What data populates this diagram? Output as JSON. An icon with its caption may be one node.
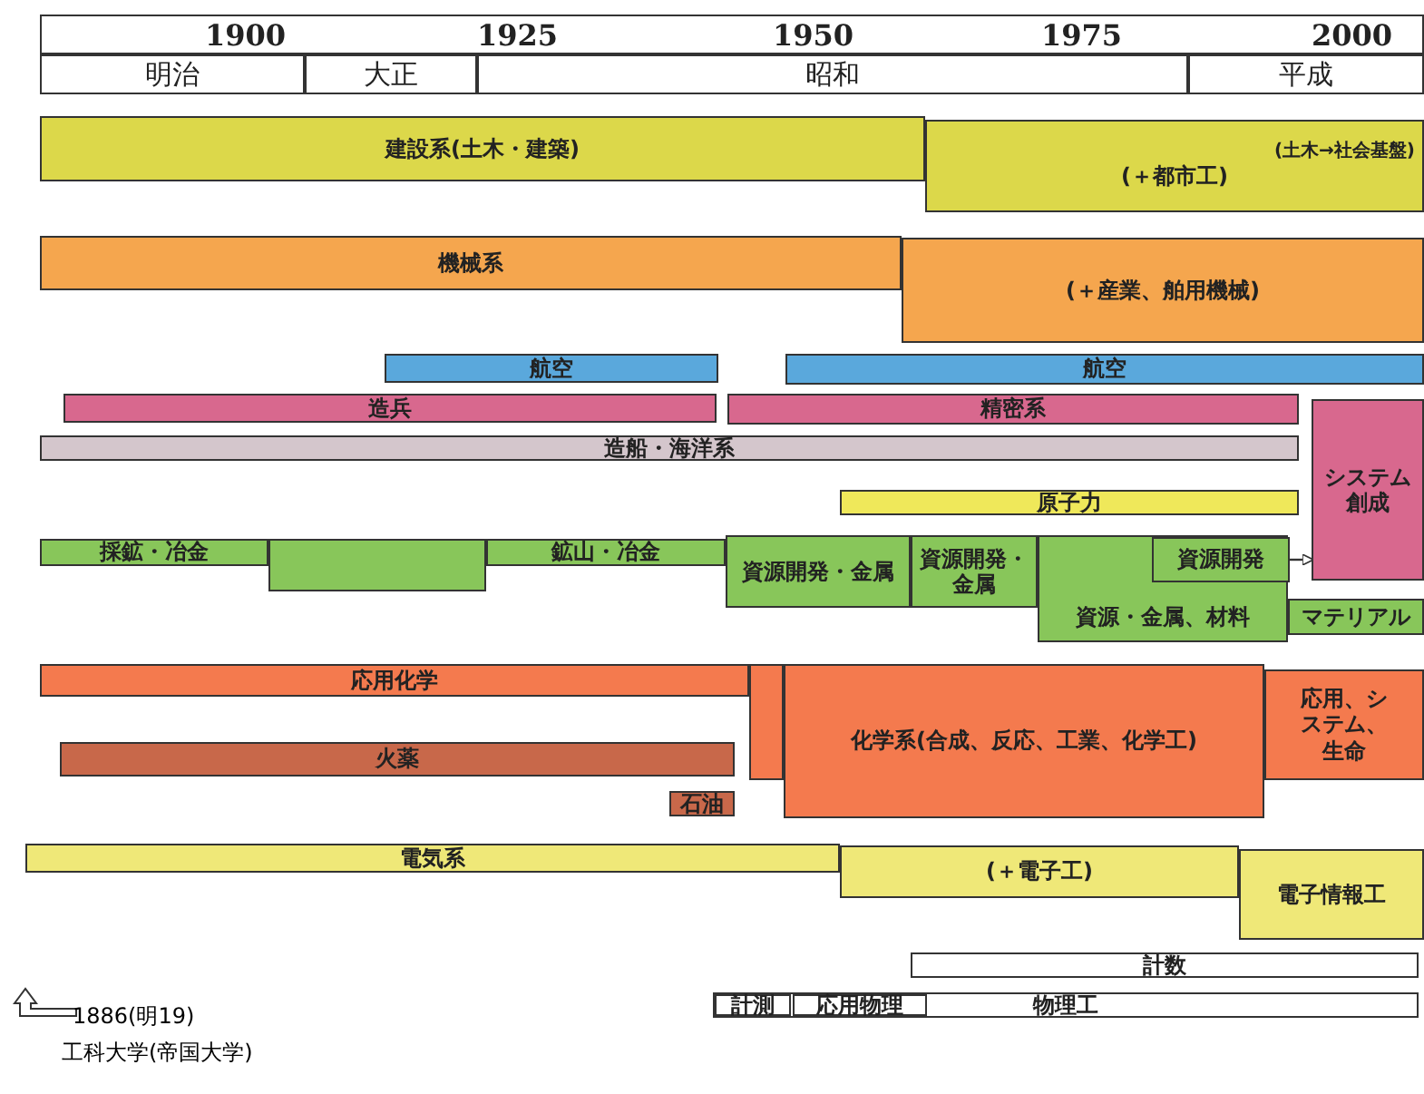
{
  "diagram": {
    "nodes": [
      {
        "text": [
          "1900",
          "1925",
          "1950",
          "1975",
          "2000"
        ]
      },
      {
        "text": [
          "明治"
        ]
      },
      {
        "text": [
          "大正"
        ]
      },
      {
        "text": [
          "昭和"
        ]
      },
      {
        "text": [
          "平成"
        ]
      },
      {
        "text": [
          "建設系(土木・建築)"
        ]
      },
      {
        "text": [
          "(土木→社会基盤)",
          "(＋都市工)"
        ]
      },
      {
        "text": [
          "機械系"
        ]
      },
      {
        "text": [
          "(＋産業、舶用機械)"
        ]
      },
      {
        "text": [
          "航空"
        ]
      },
      {
        "text": [
          "航空"
        ]
      },
      {
        "text": [
          "造兵"
        ]
      },
      {
        "text": [
          "精密系"
        ]
      },
      {
        "text": [
          "システム創成"
        ]
      },
      {
        "text": [
          "造船・海洋系"
        ]
      },
      {
        "text": [
          "原子力"
        ]
      },
      {
        "text": [
          "採鉱・冶金"
        ]
      },
      {
        "text": [],
        "shape": "box"
      },
      {
        "text": [
          "鉱山・冶金"
        ]
      },
      {
        "text": [
          "資源開発・金属"
        ]
      },
      {
        "text": [
          "資源開発・金属"
        ]
      },
      {
        "text": [
          "資源・金属、材料"
        ]
      },
      {
        "text": [
          "資源開発"
        ],
        "in": 21
      },
      {
        "text": [
          "マテリアル"
        ]
      },
      {
        "text": [
          "応用化学"
        ]
      },
      {
        "text": [],
        "shape": "box"
      },
      {
        "text": [
          "化学系(合成、反応、工業、化学工)"
        ]
      },
      {
        "text": [
          "応用、システム、生命"
        ]
      },
      {
        "text": [
          "火薬"
        ]
      },
      {
        "text": [
          "石油"
        ]
      },
      {
        "text": [
          "電気系"
        ]
      },
      {
        "text": [
          "(＋電子工)"
        ]
      },
      {
        "text": [
          "電子情報工"
        ]
      },
      {
        "text": [
          "計数"
        ]
      },
      {
        "text": [
          "物理工"
        ]
      },
      {
        "text": [
          "計測"
        ],
        "in": 34
      },
      {
        "text": [
          "応用物理"
        ],
        "in": 34
      }
    ],
    "edges": [
      {
        "from": 22,
        "to": 13,
        "arrow": "to"
      }
    ],
    "labels": [
      "1886(明19)",
      "工科大学(帝国大学)"
    ]
  }
}
